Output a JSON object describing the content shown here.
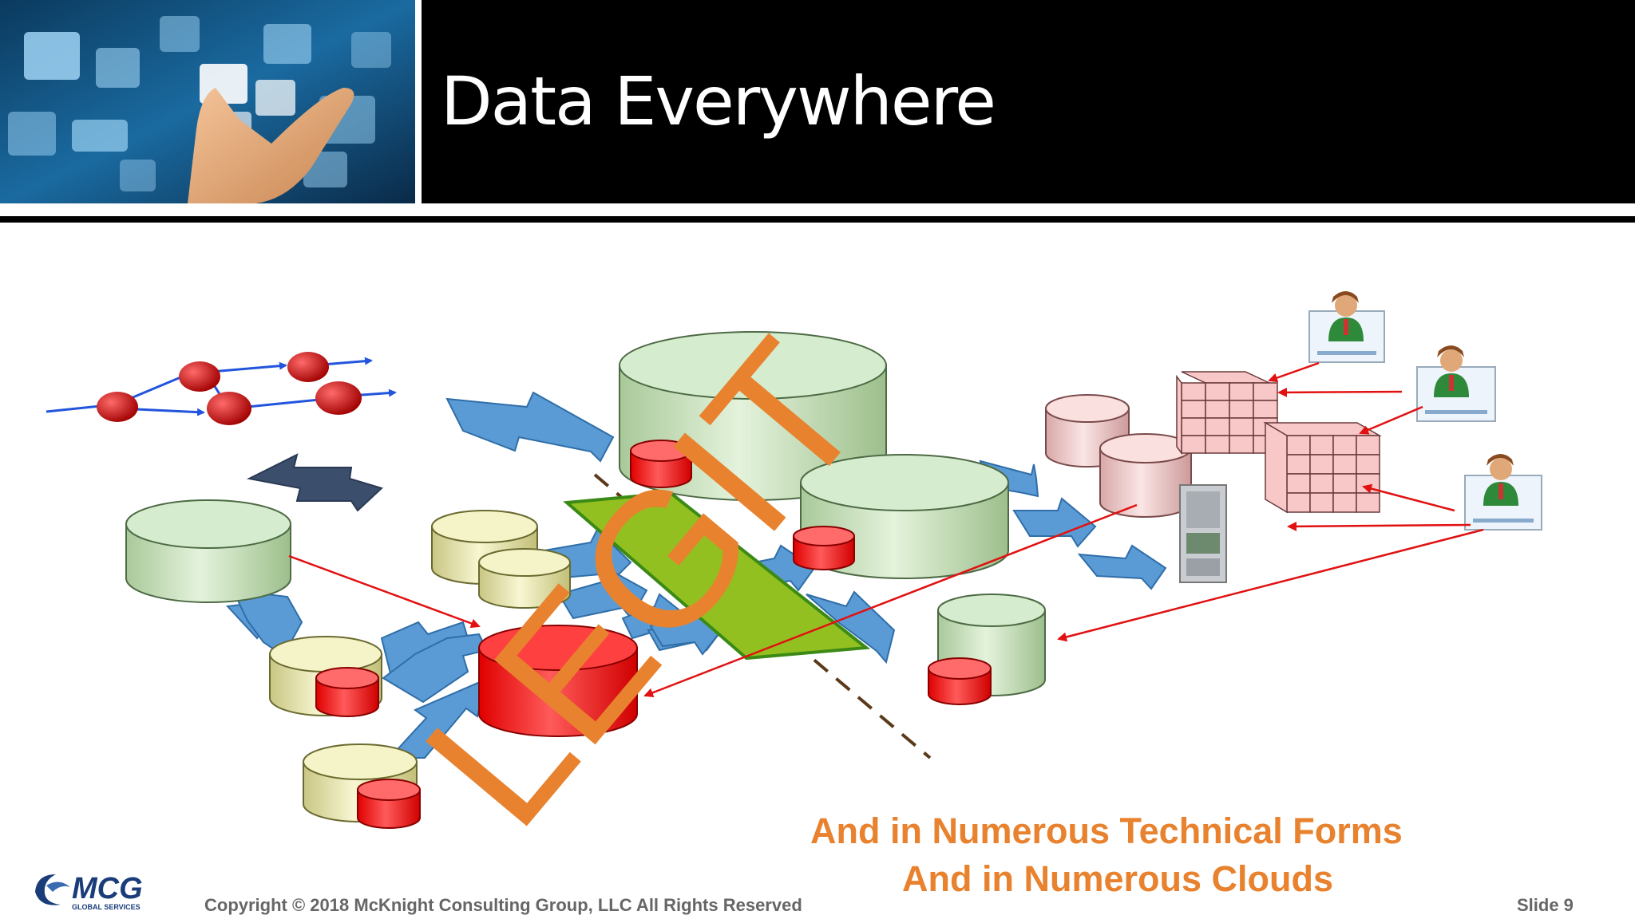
{
  "slide": {
    "title": "Data Everywhere",
    "caption_line1": "And in Numerous Technical Forms",
    "caption_line2": "And in Numerous Clouds",
    "copyright": "Copyright © 2018 McKnight Consulting Group, LLC All Rights Reserved",
    "slide_number": "Slide 9"
  },
  "logo": {
    "name": "MCG",
    "subtitle": "GLOBAL SERVICES"
  },
  "overlay": {
    "text": "LEGIT",
    "color": "#e8822e"
  },
  "colors": {
    "flow_arrow": "#5b9bd5",
    "red_link": "#e11111",
    "green_db": "#c6e0b4",
    "yellow_db": "#ecebb0",
    "pink_db": "#f2c6c6",
    "red_db": "#ff2020",
    "green_plane": "#92c020",
    "caption": "#e8822e"
  }
}
